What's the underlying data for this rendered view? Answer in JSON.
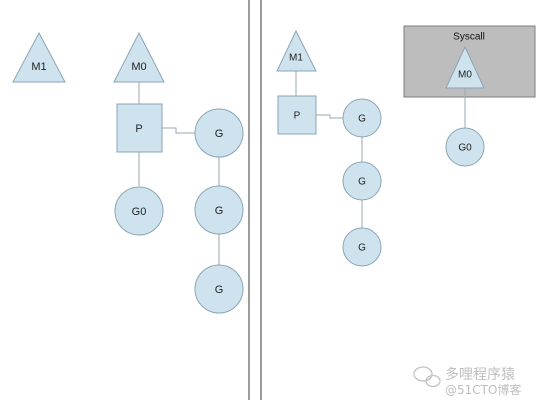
{
  "left_panel": {
    "m1": "M1",
    "m0": "M0",
    "p": "P",
    "g0": "G0",
    "g_1": "G",
    "g_2": "G",
    "g_3": "G"
  },
  "right_panel": {
    "m1": "M1",
    "p": "P",
    "g_1": "G",
    "g_2": "G",
    "g_3": "G",
    "syscall": {
      "title": "Syscall",
      "m0": "M0"
    },
    "g0": "G0"
  },
  "watermark": {
    "text": "多哩程序猿",
    "subtext": "@51CTO博客"
  },
  "colors": {
    "node_fill": "#cfe3ef",
    "node_stroke": "#8aa5b5",
    "syscall_fill": "#bdbdbd"
  }
}
